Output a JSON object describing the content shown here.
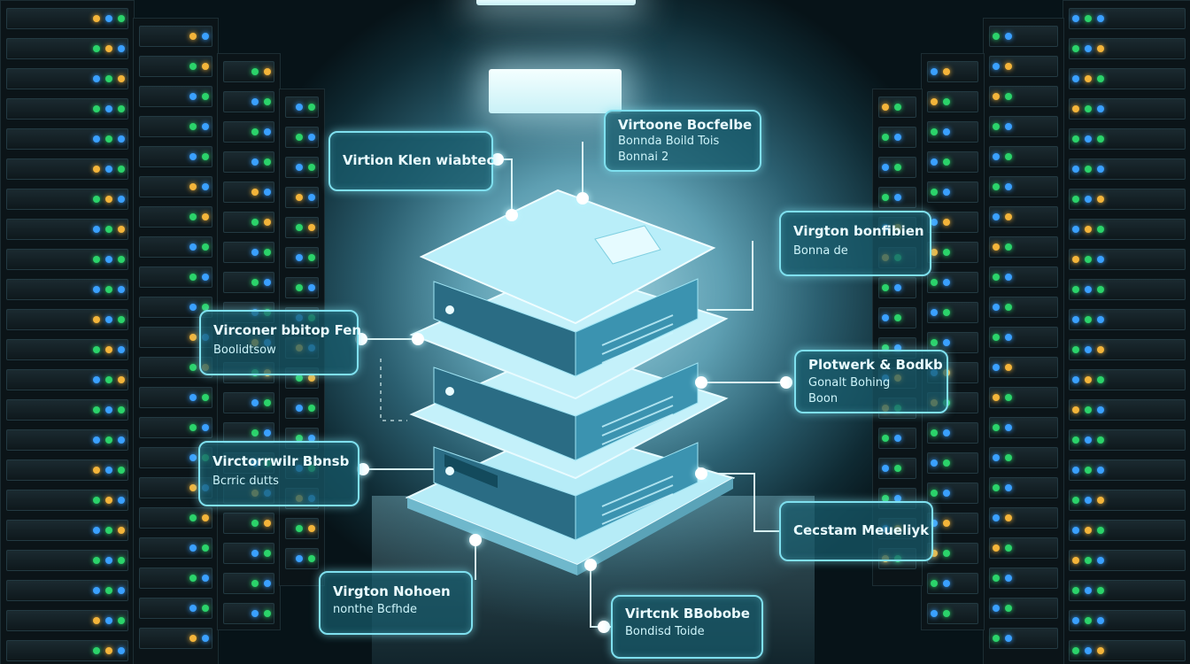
{
  "labels": {
    "top_left": {
      "line1": "Virtion Klen wiabtec"
    },
    "top_right": {
      "line1": "Virtoone Bocfelbe",
      "line2": "Bonnda Boild Tois",
      "line3": "Bonnai 2"
    },
    "mid_right_upper": {
      "line1": "Virgton bonfibien",
      "line2": "Bonna de"
    },
    "mid_left_upper": {
      "line1": "Virconer bbitop Fen",
      "line2": "Boolidtsow"
    },
    "mid_right_lower": {
      "line1": "Plotwerk & Bodkb",
      "line2": "Gonalt Bohing",
      "line3": "Boon"
    },
    "mid_left_lower": {
      "line1": "Virctorrwilr Bbnsb",
      "line2": "Bcrric dutts"
    },
    "low_right": {
      "line1": "Cecstam Meueliyk"
    },
    "bottom_left": {
      "line1": "Virgton Nohoen",
      "line2": "nonthe Bcfhde"
    },
    "bottom_right": {
      "line1": "Virtcnk BBobobe",
      "line2": "Bondisd Toide"
    }
  },
  "colors": {
    "accent": "#7fe0ef",
    "label_fill": "#185c6c",
    "server": "#7cc6e0"
  }
}
